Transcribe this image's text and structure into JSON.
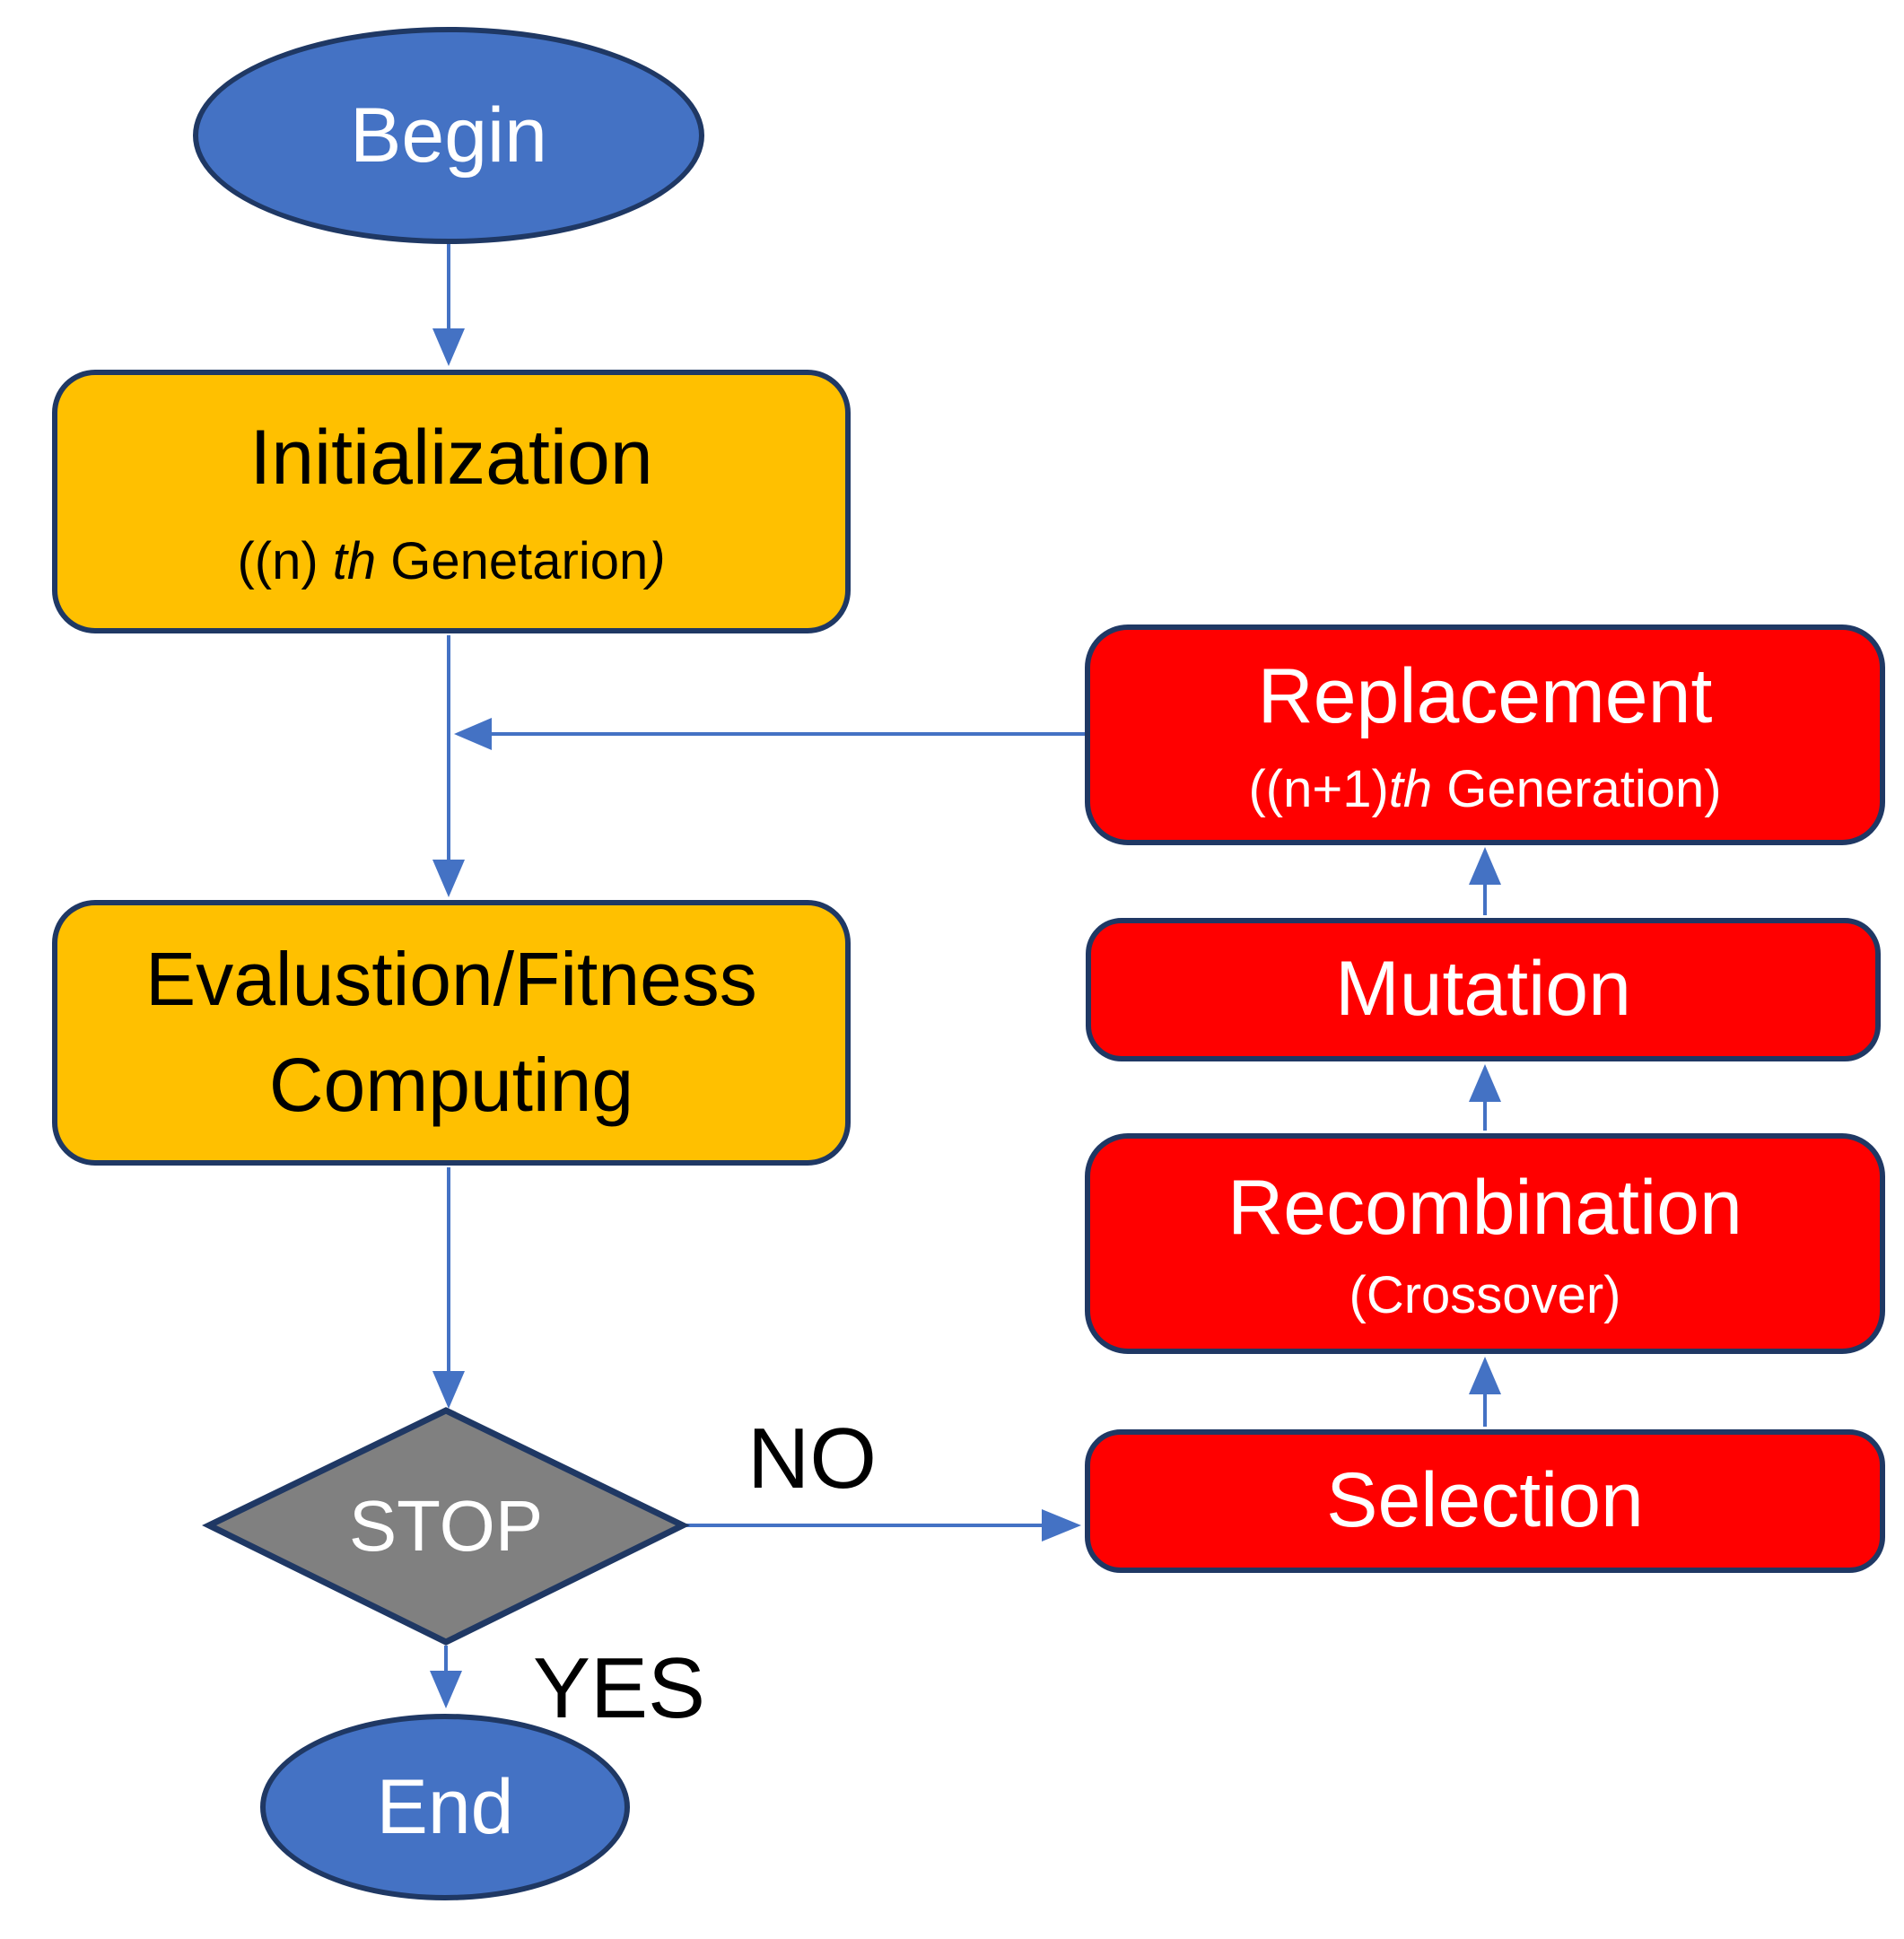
{
  "nodes": {
    "begin": {
      "label": "Begin"
    },
    "initialization": {
      "title": "Initialization",
      "subtitle": {
        "pre": "((n) ",
        "italic": "th",
        "mid": " Genetarion",
        "close": ")"
      }
    },
    "evaluation": {
      "line1": "Evalustion/Fitness",
      "line2": "Computing"
    },
    "stop": {
      "label": "STOP"
    },
    "end": {
      "label": "End"
    },
    "replacement": {
      "title": "Replacement",
      "subtitle": {
        "pre": "((n+1)",
        "italic": "th",
        "post": " Generation)"
      }
    },
    "mutation": {
      "title": "Mutation"
    },
    "recombination": {
      "title": "Recombination",
      "subtitle": "(Crossover)"
    },
    "selection": {
      "title": "Selection"
    }
  },
  "edges": {
    "no": "NO",
    "yes": "YES"
  },
  "colors": {
    "terminator_blue": "#4472C4",
    "process_yellow": "#FFC000",
    "operator_red": "#FF0000",
    "decision_gray": "#808080",
    "border_navy": "#1F3864",
    "arrow_blue": "#4472C4",
    "text_dark": "#000000",
    "text_light": "#FFFFFF"
  }
}
